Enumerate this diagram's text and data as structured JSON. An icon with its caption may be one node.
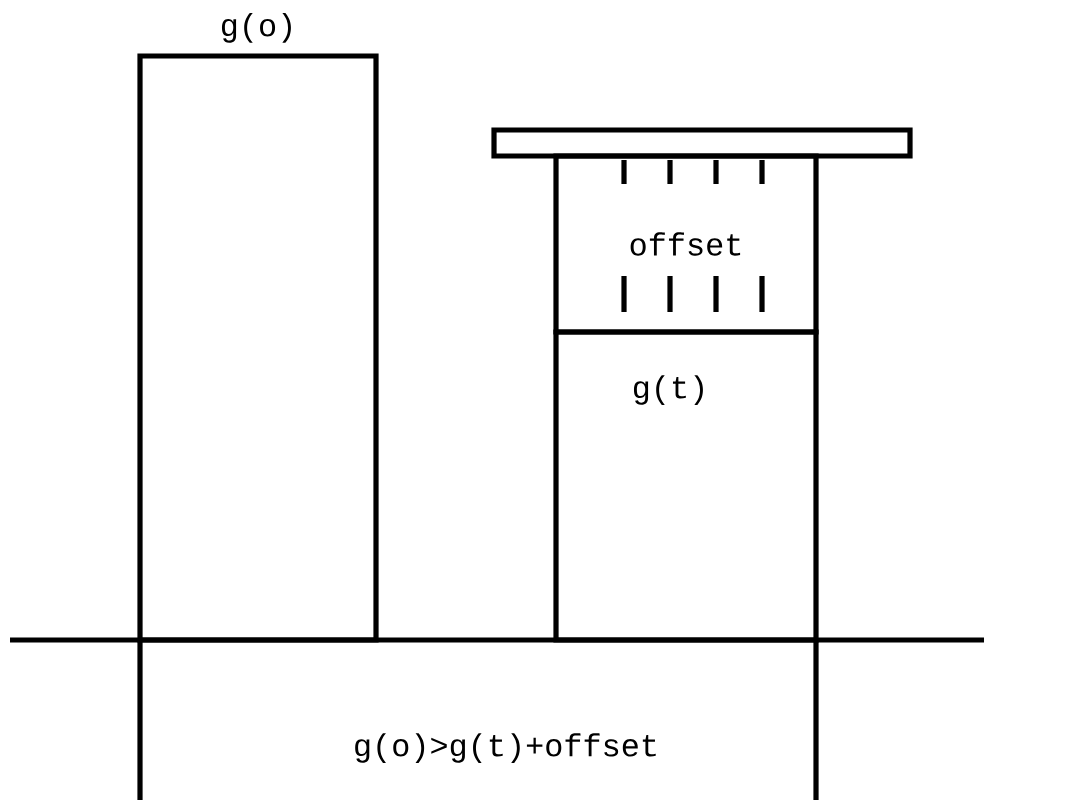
{
  "diagram": {
    "nodes": [
      {
        "text": [
          "g(o)"
        ]
      },
      {
        "text": [],
        "shape": "bar"
      },
      {
        "text": [
          "offset"
        ]
      },
      {
        "text": [
          "g(t)"
        ]
      }
    ],
    "labels": [
      "g(o)>g(t)+offset"
    ]
  }
}
